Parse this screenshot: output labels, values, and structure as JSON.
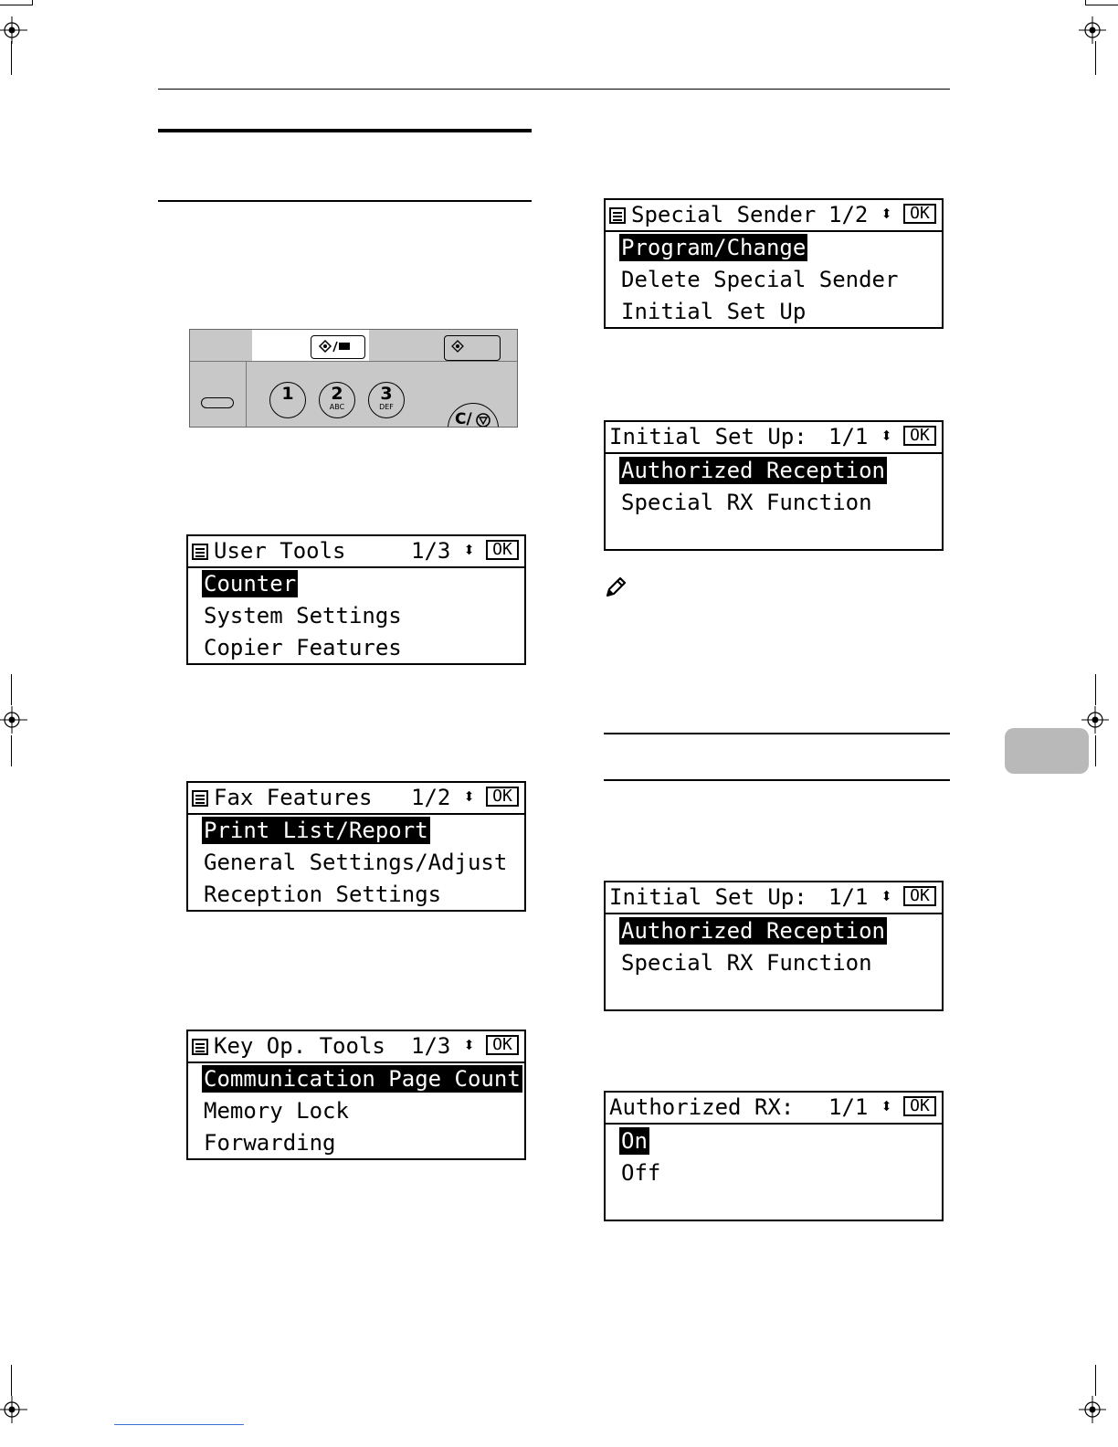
{
  "control_panel": {
    "keys": [
      {
        "num": "1",
        "sub": ""
      },
      {
        "num": "2",
        "sub": "ABC"
      },
      {
        "num": "3",
        "sub": "DEF"
      }
    ],
    "clear_stop_label": "C/"
  },
  "screens": {
    "user_tools": {
      "title": "User Tools",
      "page": "1/3",
      "ok": "OK",
      "items": [
        "Counter",
        "System Settings",
        "Copier Features"
      ],
      "selected": 0
    },
    "fax_features": {
      "title": "Fax Features",
      "page": "1/2",
      "ok": "OK",
      "items": [
        "Print List/Report",
        "General Settings/Adjust",
        "Reception Settings"
      ],
      "selected": 0
    },
    "key_op_tools": {
      "title": "Key Op. Tools",
      "page": "1/3",
      "ok": "OK",
      "items": [
        "Communication Page Count",
        "Memory Lock",
        "Forwarding"
      ],
      "selected": 0
    },
    "special_sender": {
      "title": "Special Sender",
      "page": "1/2",
      "ok": "OK",
      "items": [
        "Program/Change",
        "Delete Special Sender",
        "Initial Set Up"
      ],
      "selected": 0
    },
    "initial_set_up_1": {
      "title": "Initial Set Up:",
      "page": "1/1",
      "ok": "OK",
      "items": [
        "Authorized Reception",
        "Special RX Function"
      ],
      "selected": 0
    },
    "initial_set_up_2": {
      "title": "Initial Set Up:",
      "page": "1/1",
      "ok": "OK",
      "items": [
        "Authorized Reception",
        "Special RX Function"
      ],
      "selected": 0
    },
    "authorized_rx": {
      "title": "Authorized RX:",
      "page": "1/1",
      "ok": "OK",
      "items": [
        "On",
        "Off"
      ],
      "selected": 0
    }
  }
}
